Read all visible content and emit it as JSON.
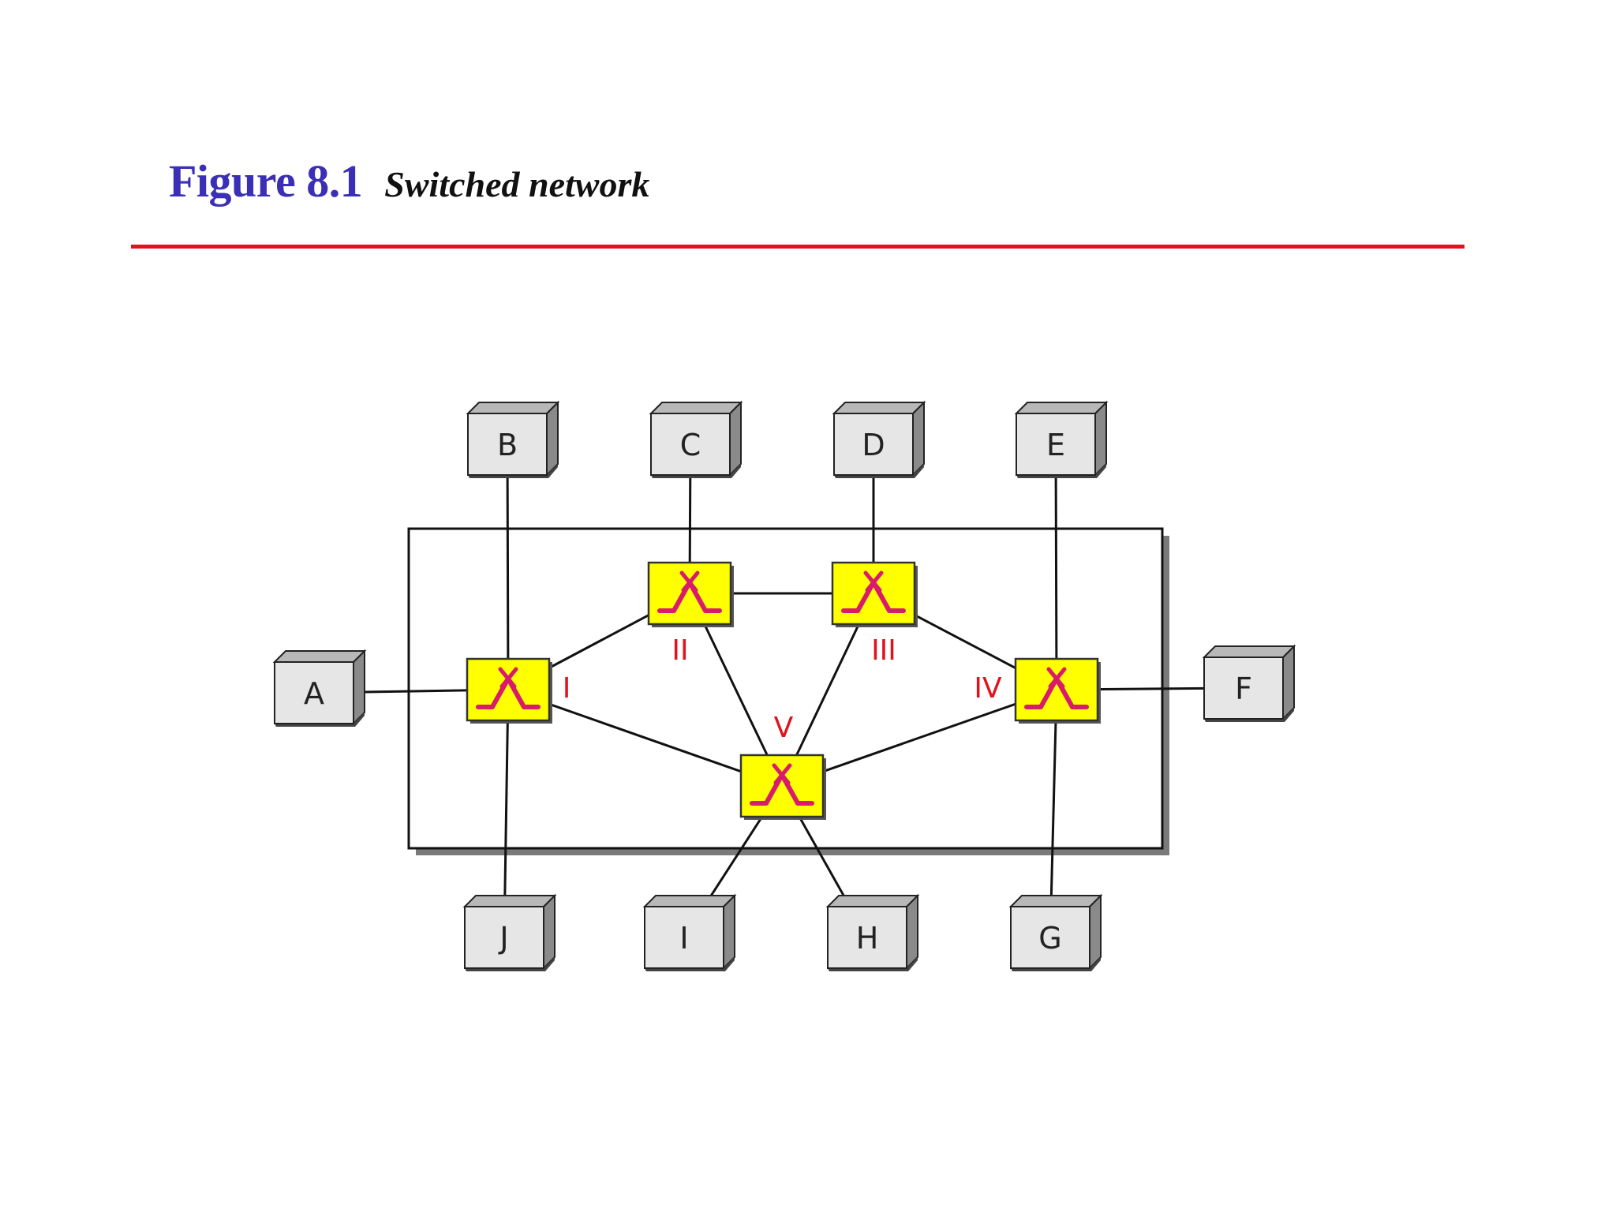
{
  "figure": {
    "number": "Figure 8.1",
    "caption": "Switched network"
  },
  "colors": {
    "title": "#3a2fb5",
    "rule": "#e2121c",
    "switch_fill": "#ffff00",
    "switch_symbol": "#d81b6a",
    "switch_label": "#e2121c",
    "station_fill": "#e6e6e6",
    "station_side": "#8a8a8a"
  },
  "network": {
    "stations": [
      "A",
      "B",
      "C",
      "D",
      "E",
      "F",
      "G",
      "H",
      "I",
      "J"
    ],
    "switches": [
      "I",
      "II",
      "III",
      "IV",
      "V"
    ],
    "station_links": [
      [
        "A",
        "I"
      ],
      [
        "B",
        "I"
      ],
      [
        "J",
        "I"
      ],
      [
        "C",
        "II"
      ],
      [
        "D",
        "III"
      ],
      [
        "E",
        "IV"
      ],
      [
        "F",
        "IV"
      ],
      [
        "G",
        "IV"
      ],
      [
        "I",
        "V"
      ],
      [
        "H",
        "V"
      ]
    ],
    "switch_links": [
      [
        "I",
        "II"
      ],
      [
        "II",
        "III"
      ],
      [
        "III",
        "IV"
      ],
      [
        "I",
        "V"
      ],
      [
        "II",
        "V"
      ],
      [
        "III",
        "V"
      ],
      [
        "IV",
        "V"
      ]
    ]
  }
}
